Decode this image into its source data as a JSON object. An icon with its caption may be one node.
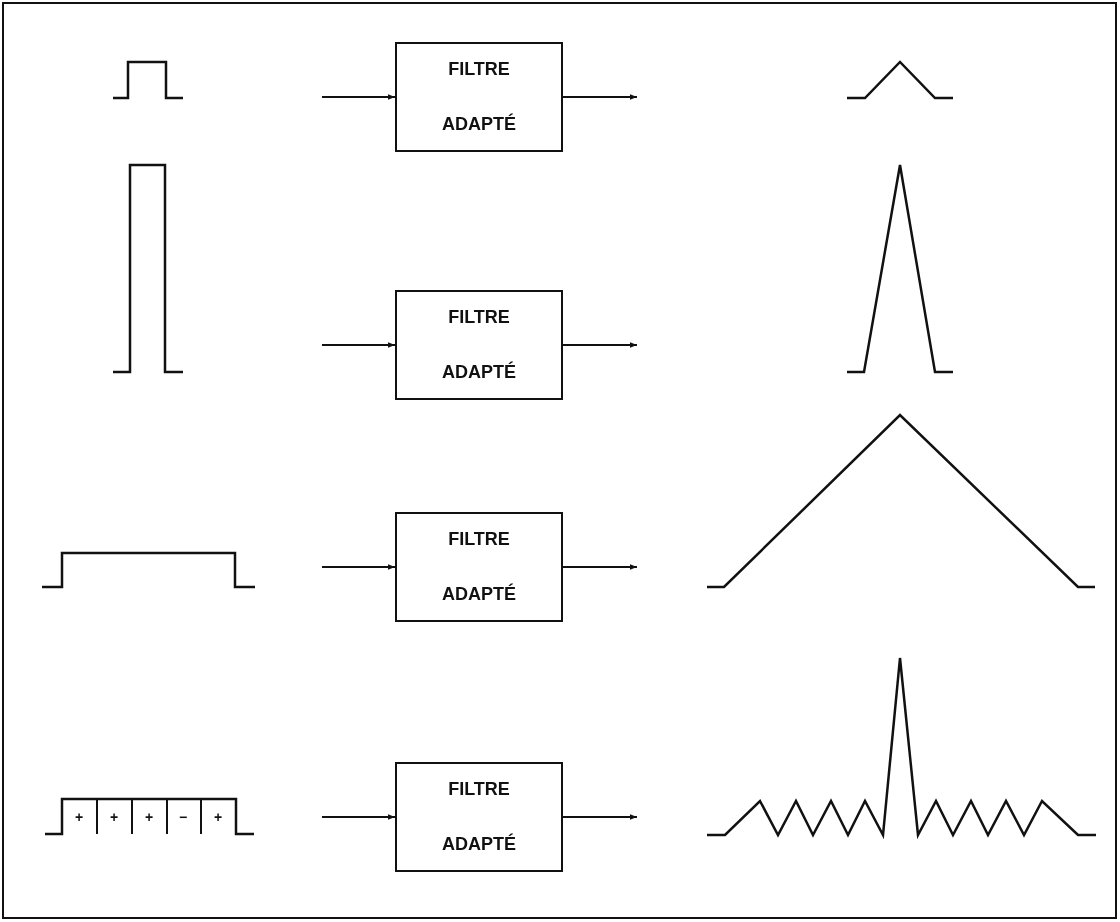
{
  "diagram": {
    "nodes": [
      {
        "text": [
          "FILTRE ADAPTÉ"
        ]
      },
      {
        "text": [
          "FILTRE ADAPTÉ"
        ]
      },
      {
        "text": [
          "FILTRE ADAPTÉ"
        ]
      },
      {
        "text": [
          "FILTRE ADAPTÉ"
        ]
      }
    ],
    "edges": [
      {
        "from": null,
        "to": 0,
        "arrow": "to"
      },
      {
        "from": 0,
        "to": null,
        "arrow": "to"
      },
      {
        "from": null,
        "to": 1,
        "arrow": "to"
      },
      {
        "from": 1,
        "to": null,
        "arrow": "to"
      },
      {
        "from": null,
        "to": 2,
        "arrow": "to"
      },
      {
        "from": 2,
        "to": null,
        "arrow": "to"
      },
      {
        "from": null,
        "to": 3,
        "arrow": "to"
      },
      {
        "from": 3,
        "to": null,
        "arrow": "to"
      }
    ],
    "labels": [
      "+",
      "+",
      "+",
      "−",
      "+"
    ]
  }
}
